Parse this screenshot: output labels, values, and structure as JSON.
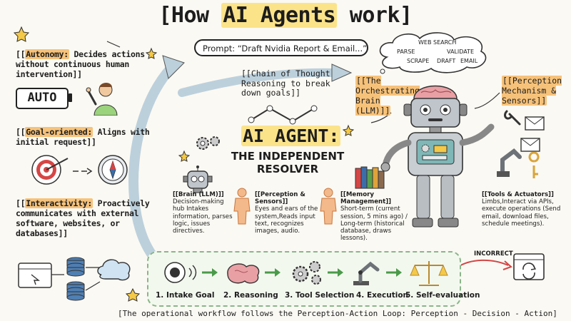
{
  "title": {
    "open": "[How ",
    "highlight": "AI Agents",
    "close": " work]"
  },
  "prompt": "Prompt: “Draft Nvidia Report & Email...”",
  "thought_words": [
    "WEB SEARCH",
    "PARSE",
    "VALIDATE",
    "SCRAPE",
    "DRAFT",
    "EMAIL"
  ],
  "left": {
    "autonomy": {
      "key": "Autonomy:",
      "text": " Decides actions without continuous human intervention]]",
      "open": "[["
    },
    "auto_label": "AUTO",
    "goal": {
      "key": "Goal-oriented:",
      "text": " Aligns with initial request]]",
      "open": "[["
    },
    "interactivity": {
      "key": "Interactivity:",
      "text": " Proactively communicates with external software, websites, or databases]]",
      "open": "[["
    }
  },
  "chain": "[[Chain of Thought Reasoning to break down goals]]",
  "brain_label": "[[The Orchestrating Brain (LLM)]]",
  "perception_label": "[[Perception Mechanism & Sensors]]",
  "center": {
    "title": "AI AGENT:",
    "sub1": "THE INDEPENDENT",
    "sub2": "RESOLVER"
  },
  "cards": [
    {
      "head": "[[Brain (LLM)]]",
      "body": "Decision-making hub Intakes information, parses logic, issues directives."
    },
    {
      "head": "[[Perception & Sensors]]",
      "body": "Eyes and ears of the system,Reads input text, recognizes images, audio."
    },
    {
      "head": "[[Memory Management]]",
      "body": "Short-term (current session, 5 mins ago) / Long-term (historical database, draws lessons)."
    },
    {
      "head": "[[Tools & Actuators]]",
      "body": "Limbs,Interact via APIs, execute operations (Send email, download files, schedule meetings)."
    }
  ],
  "steps": [
    "1. Intake Goal",
    "2. Reasoning",
    "3. Tool Selection",
    "4. Execution",
    "5. Self-evaluation"
  ],
  "incorrect": "INCORRECT",
  "footer": "[The operational workflow follows the Perception-Action Loop: Perception - Decision - Action]",
  "colors": {
    "highlight": "#fbe38a",
    "orange": "#f6c27a",
    "arrow": "#bcd0dc",
    "gear": "#a9d6a0"
  }
}
